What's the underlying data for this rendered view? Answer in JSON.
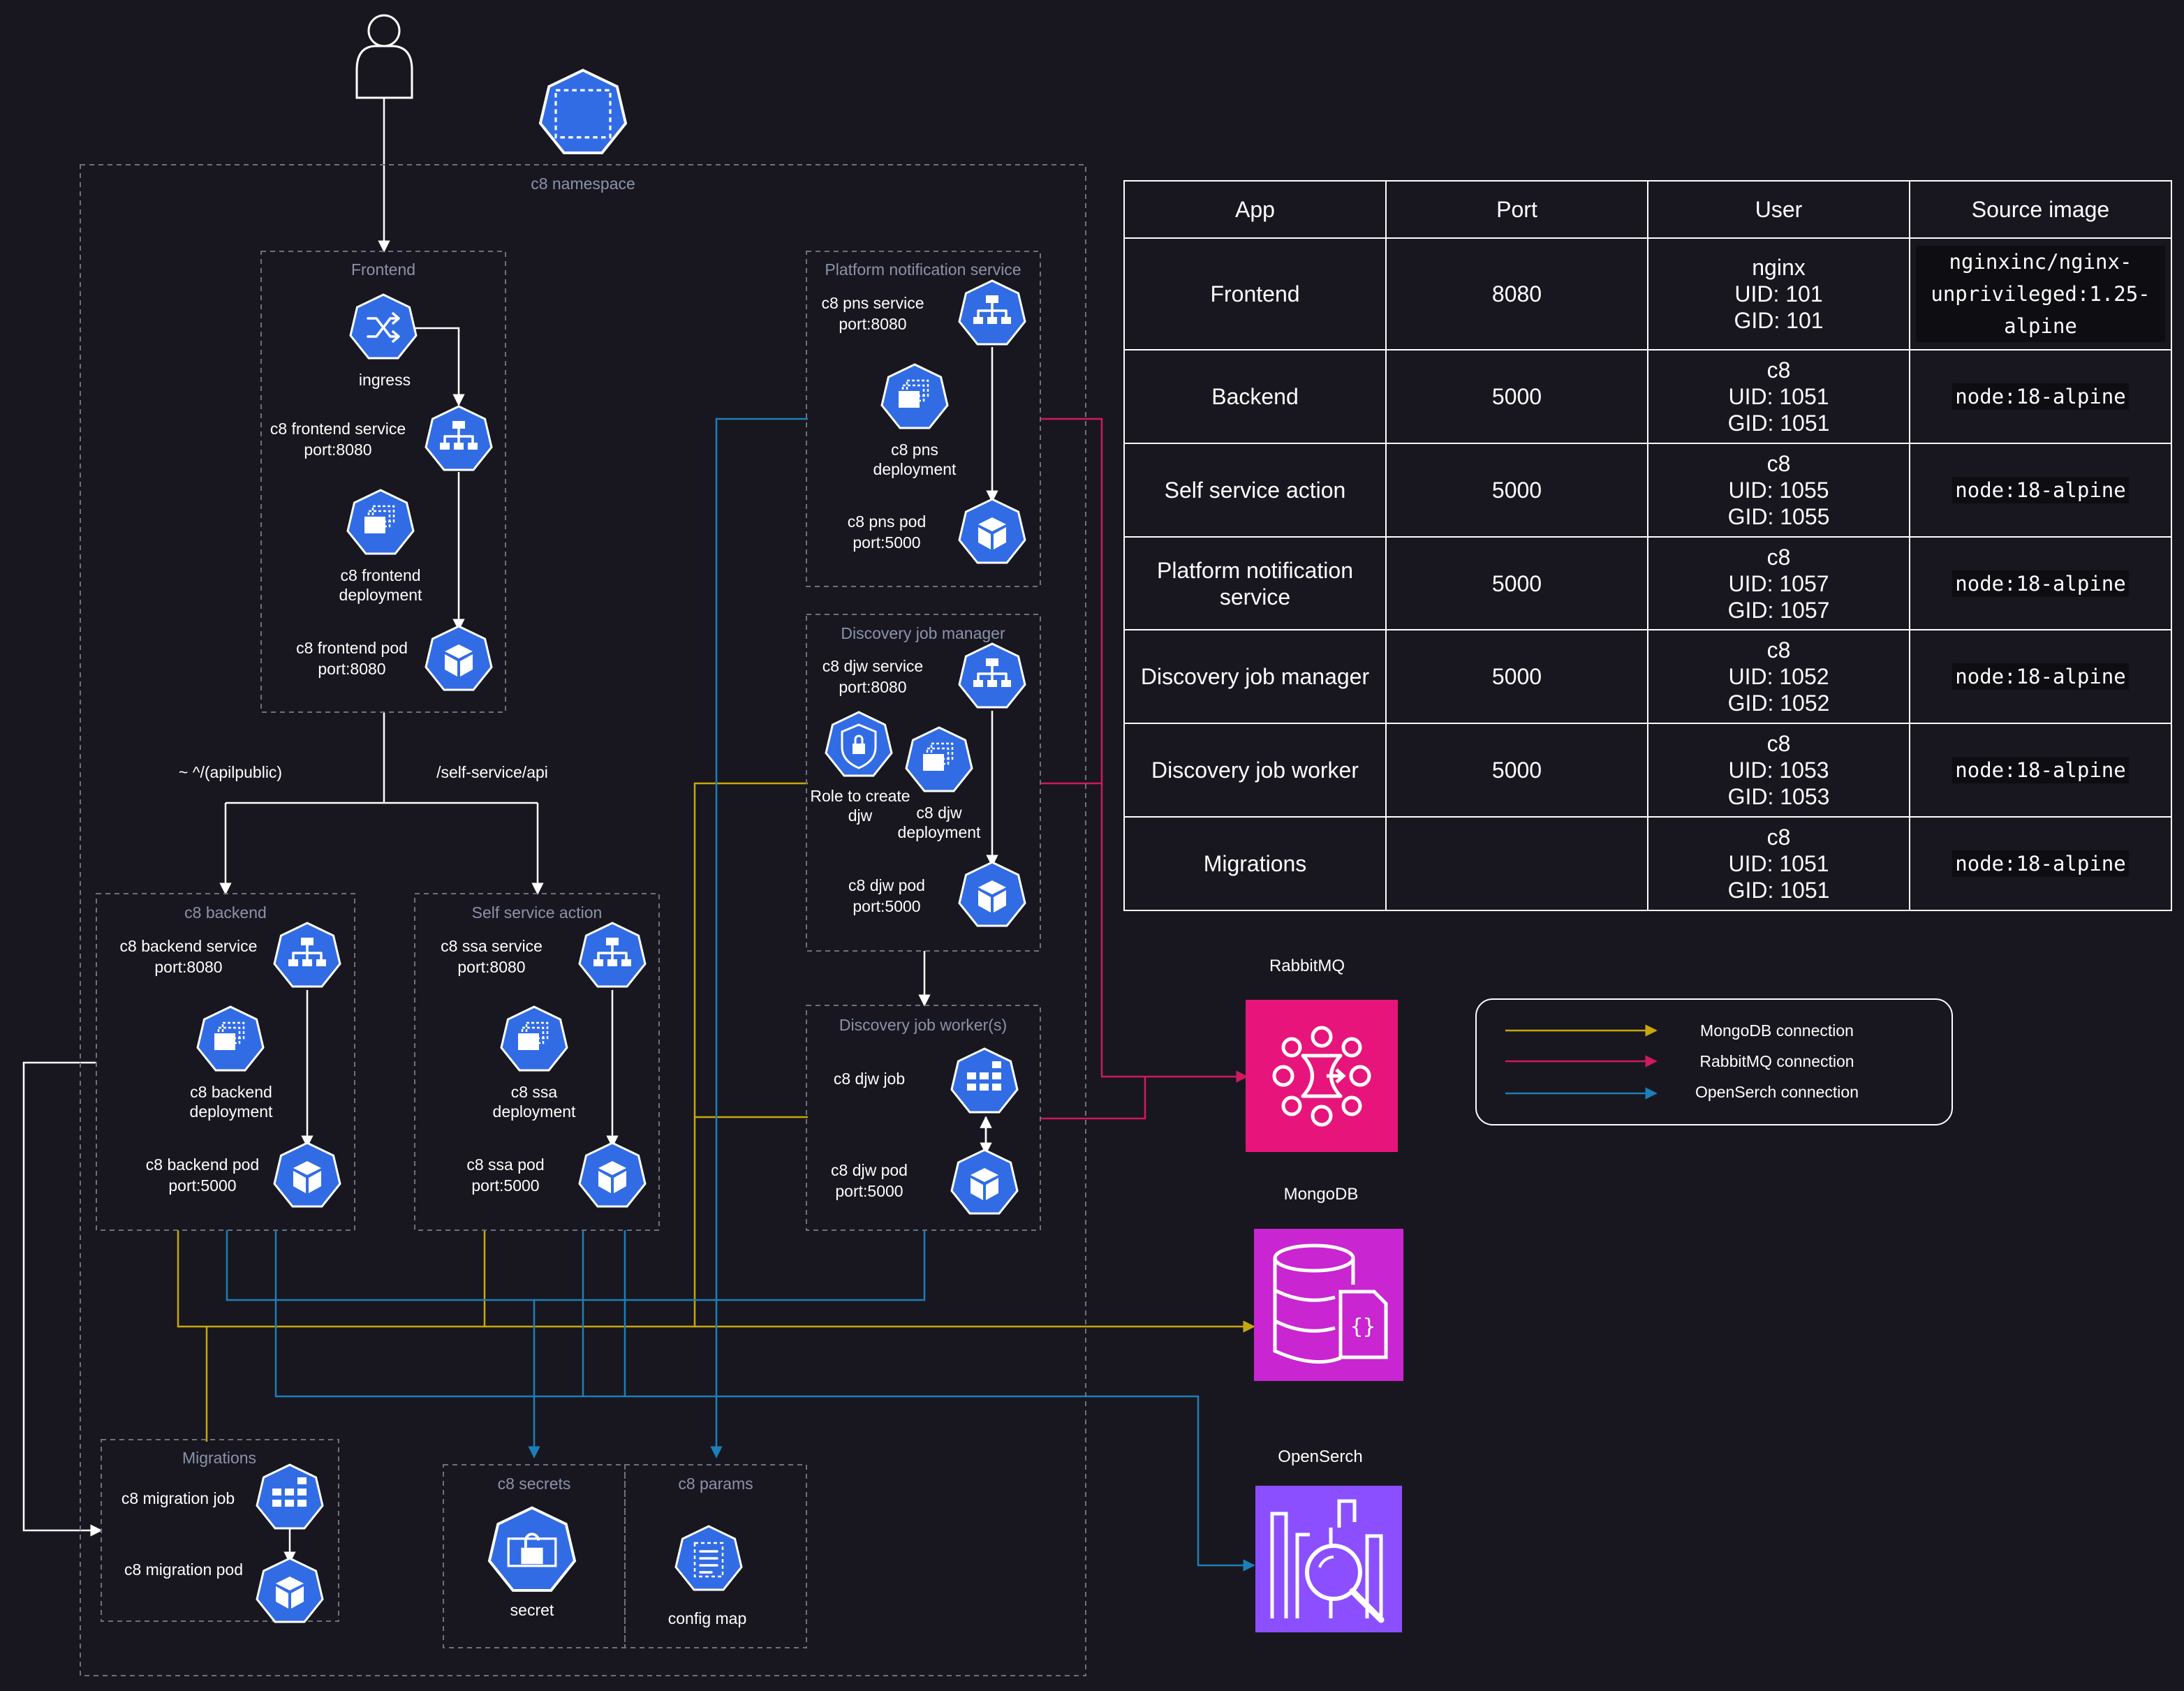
{
  "namespace": {
    "label": "c8 namespace"
  },
  "groups": {
    "frontend": "Frontend",
    "pns": "Platform notification service",
    "djm": "Discovery job manager",
    "djw": "Discovery job worker(s)",
    "backend": "c8 backend",
    "ssa": "Self service action",
    "migrations": "Migrations",
    "secrets": "c8 secrets",
    "params": "c8 params"
  },
  "labels": {
    "ingress": "ingress",
    "fe_service_1": "c8 frontend service",
    "fe_service_2": "port:8080",
    "fe_deploy_1": "c8 frontend",
    "fe_deploy_2": "deployment",
    "fe_pod_1": "c8 frontend pod",
    "fe_pod_2": "port:8080",
    "pns_service_1": "c8 pns service",
    "pns_service_2": "port:8080",
    "pns_deploy_1": "c8 pns",
    "pns_deploy_2": "deployment",
    "pns_pod_1": "c8 pns pod",
    "pns_pod_2": "port:5000",
    "djw_service_1": "c8 djw service",
    "djw_service_2": "port:8080",
    "role_1": "Role to create",
    "role_2": "djw",
    "djw_deploy_1": "c8 djw",
    "djw_deploy_2": "deployment",
    "djw_pod_1": "c8 djw pod",
    "djw_pod_2": "port:5000",
    "djw_job": "c8 djw job",
    "djw_job_pod_1": "c8 djw pod",
    "djw_job_pod_2": "port:5000",
    "be_service_1": "c8 backend service",
    "be_service_2": "port:8080",
    "be_deploy_1": "c8 backend",
    "be_deploy_2": "deployment",
    "be_pod_1": "c8 backend pod",
    "be_pod_2": "port:5000",
    "ssa_service_1": "c8 ssa service",
    "ssa_service_2": "port:8080",
    "ssa_deploy_1": "c8 ssa",
    "ssa_deploy_2": "deployment",
    "ssa_pod_1": "c8 ssa pod",
    "ssa_pod_2": "port:5000",
    "mig_job": "c8 migration job",
    "mig_pod": "c8 migration pod",
    "secret": "secret",
    "config_map": "config map",
    "route_api": "~ ^/(apilpublic)",
    "route_ssa": "/self-service/api"
  },
  "services": {
    "rabbitmq": "RabbitMQ",
    "mongodb": "MongoDB",
    "opensearch": "OpenSerch"
  },
  "legend": {
    "mongo": "MongoDB connection",
    "rabbit": "RabbitMQ connection",
    "opensearch": "OpenSerch connection"
  },
  "colors": {
    "mongo": "#c9a70c",
    "rabbit": "#d0195f",
    "opensearch": "#1c7fb8",
    "k8s": "#326ce5",
    "rabbitmq_tile": "#e7157b",
    "mongodb_tile": "#c925d1",
    "opensearch_tile": "#8c4fff"
  },
  "icons": [
    "user-icon",
    "namespace-icon",
    "ingress-icon",
    "service-icon",
    "deployment-icon",
    "pod-icon",
    "role-icon",
    "job-icon",
    "secret-icon",
    "configmap-icon",
    "rabbitmq-icon",
    "mongodb-icon",
    "opensearch-icon"
  ],
  "table": {
    "headers": [
      "App",
      "Port",
      "User",
      "Source image"
    ],
    "rows": [
      {
        "app": "Frontend",
        "port": "8080",
        "user": [
          "nginx",
          "UID: 101",
          "GID: 101"
        ],
        "image": [
          "nginxinc/nginx-",
          "unprivileged:1.25-",
          "alpine"
        ]
      },
      {
        "app": "Backend",
        "port": "5000",
        "user": [
          "c8",
          "UID: 1051",
          "GID: 1051"
        ],
        "image": [
          "node:18-alpine"
        ]
      },
      {
        "app": "Self service action",
        "port": "5000",
        "user": [
          "c8",
          "UID: 1055",
          "GID: 1055"
        ],
        "image": [
          "node:18-alpine"
        ]
      },
      {
        "app": [
          "Platform notification",
          "service"
        ],
        "port": "5000",
        "user": [
          "c8",
          "UID: 1057",
          "GID: 1057"
        ],
        "image": [
          "node:18-alpine"
        ]
      },
      {
        "app": "Discovery job manager",
        "port": "5000",
        "user": [
          "c8",
          "UID: 1052",
          "GID: 1052"
        ],
        "image": [
          "node:18-alpine"
        ]
      },
      {
        "app": "Discovery job worker",
        "port": "5000",
        "user": [
          "c8",
          "UID: 1053",
          "GID: 1053"
        ],
        "image": [
          "node:18-alpine"
        ]
      },
      {
        "app": "Migrations",
        "port": "",
        "user": [
          "c8",
          "UID: 1051",
          "GID: 1051"
        ],
        "image": [
          "node:18-alpine"
        ]
      }
    ]
  }
}
